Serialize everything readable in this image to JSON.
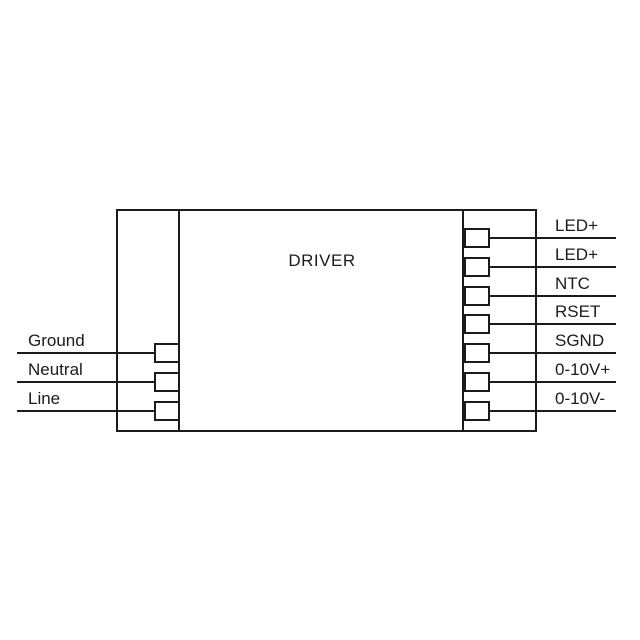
{
  "diagram": {
    "title": "DRIVER",
    "left_terminals": [
      {
        "label": "Ground"
      },
      {
        "label": "Neutral"
      },
      {
        "label": "Line"
      }
    ],
    "right_terminals": [
      {
        "label": "LED+"
      },
      {
        "label": "LED+"
      },
      {
        "label": "NTC"
      },
      {
        "label": "RSET"
      },
      {
        "label": "SGND"
      },
      {
        "label": "0-10V+"
      },
      {
        "label": "0-10V-"
      }
    ],
    "colors": {
      "line": "#1b1b1b",
      "background": "#ffffff"
    }
  }
}
